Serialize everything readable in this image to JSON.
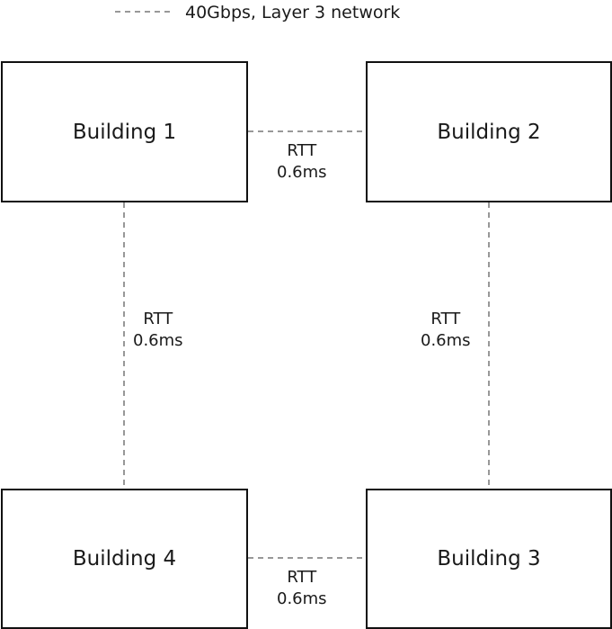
{
  "legend": {
    "line_style": "dashed",
    "label": "40Gbps, Layer 3 network"
  },
  "buildings": {
    "b1": "Building 1",
    "b2": "Building 2",
    "b3": "Building 3",
    "b4": "Building 4"
  },
  "links": {
    "b1_b2": {
      "rtt_label": "RTT",
      "rtt_value": "0.6ms"
    },
    "b4_b3": {
      "rtt_label": "RTT",
      "rtt_value": "0.6ms"
    },
    "b1_b4": {
      "rtt_label": "RTT",
      "rtt_value": "0.6ms"
    },
    "b2_b3": {
      "rtt_label": "RTT",
      "rtt_value": "0.6ms"
    }
  },
  "colors": {
    "line": "#777777",
    "border": "#111111",
    "text": "#1a1a1a"
  }
}
